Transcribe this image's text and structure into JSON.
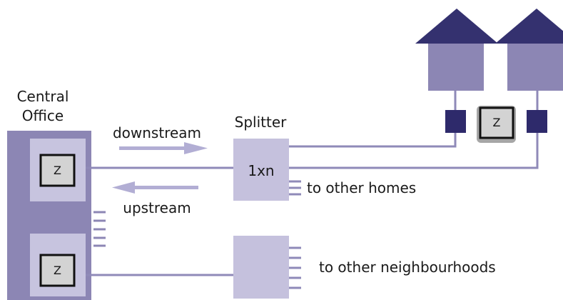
{
  "labels": {
    "central_office": [
      "Central",
      "Office"
    ],
    "downstream": "downstream",
    "upstream": "upstream",
    "splitter": "Splitter",
    "splitter_ratio": "1xn",
    "to_other_homes": "to other homes",
    "to_other_neighbourhoods": "to other neighbourhoods",
    "terminal_symbol": "Z"
  },
  "colors": {
    "central_office": "#8c86b4",
    "line_card": "#c7c4df",
    "splitter": "#c5c1dd",
    "house_roof": "#34316f",
    "house_wall": "#8c86b4",
    "onu": "#2e2a6b",
    "fiber": "#8f8ab8",
    "arrow": "#b2aed4",
    "terminal_fill": "#d3d3d3",
    "terminal_border": "#111111"
  }
}
